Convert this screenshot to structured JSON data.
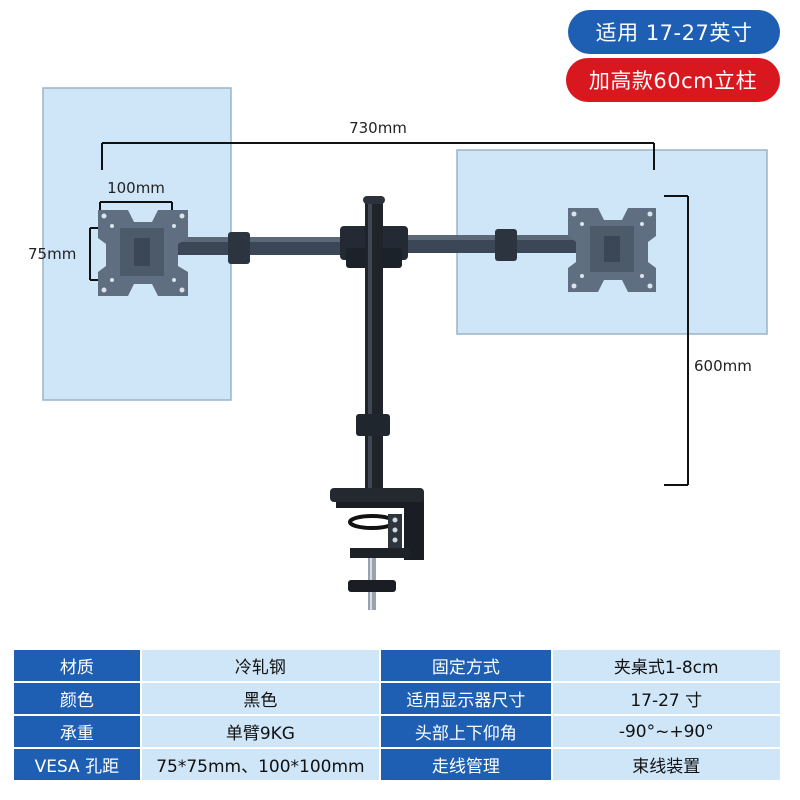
{
  "badges": {
    "size_range": "适用 17-27英寸",
    "height_variant": "加高款60cm立柱"
  },
  "dimensions": {
    "arm_span": "730mm",
    "vesa_width": "100mm",
    "vesa_height": "75mm",
    "pole_height": "600mm"
  },
  "specs": [
    {
      "k1": "材质",
      "v1": "冷轧钢",
      "k2": "固定方式",
      "v2": "夹桌式1-8cm"
    },
    {
      "k1": "颜色",
      "v1": "黑色",
      "k2": "适用显示器尺寸",
      "v2": "17-27 寸"
    },
    {
      "k1": "承重",
      "v1": "单臂9KG",
      "k2": "头部上下仰角",
      "v2": "-90°~+90°"
    },
    {
      "k1": "VESA 孔距",
      "v1": "75*75mm、100*100mm",
      "k2": "走线管理",
      "v2": "束线装置"
    }
  ],
  "colors": {
    "badge_blue": "#1e5fb4",
    "badge_red": "#d8181e",
    "monitor_fill": "#cfe6f8",
    "table_key": "#1e5fb4",
    "table_value": "#cfe6f8"
  }
}
